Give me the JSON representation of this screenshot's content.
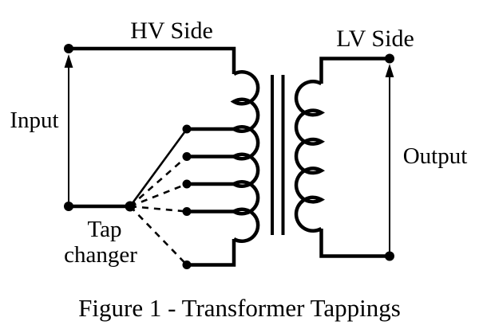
{
  "figure": {
    "type": "circuit-diagram",
    "caption": "Figure 1 - Transformer Tappings",
    "labels": {
      "hv_side": "HV Side",
      "lv_side": "LV Side",
      "input": "Input",
      "output": "Output",
      "tap_changer_line1": "Tap",
      "tap_changer_line2": "changer"
    },
    "colors": {
      "ink": "#000000",
      "background": "#ffffff"
    },
    "structure": {
      "hv_winding_loops": 6,
      "lv_winding_loops": 5,
      "tap_points": 5,
      "selected_tap": 1,
      "selected_tap_link_style": "solid",
      "unselected_tap_link_style": "dashed"
    }
  }
}
